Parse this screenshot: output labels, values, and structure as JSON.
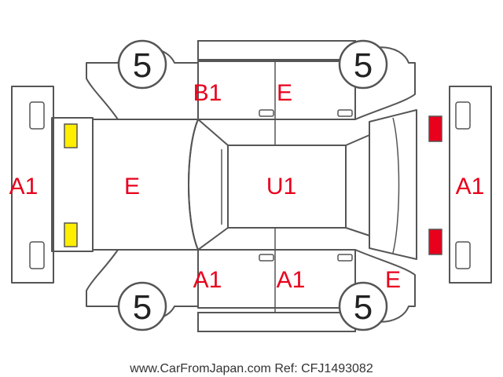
{
  "colors": {
    "damage_code": "#e8001c",
    "outline": "#555555",
    "front_lamp": "#ffee00",
    "rear_lamp": "#e8001c",
    "background": "#ffffff"
  },
  "tires": {
    "front_left": "5",
    "rear_left": "5",
    "front_right": "5",
    "rear_right": "5"
  },
  "codes": {
    "front_bumper": "A1",
    "rear_bumper": "A1",
    "hood": "E",
    "roof": "U1",
    "upper_front_door": "B1",
    "upper_rear_door": "E",
    "lower_front_door": "A1",
    "lower_rear_door": "A1",
    "lower_rear_fender": "E"
  },
  "footer": {
    "source_text": "www.CarFromJapan.com Ref: CFJ1493082"
  }
}
